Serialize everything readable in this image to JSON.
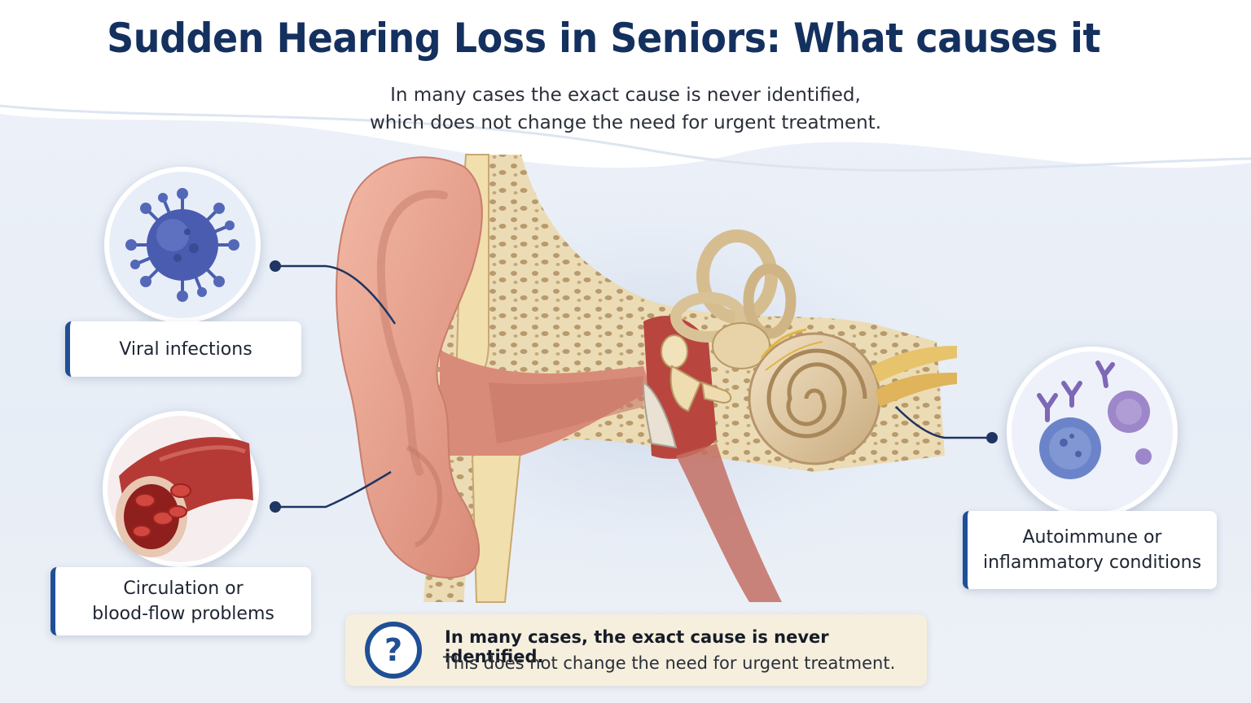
{
  "title": "Sudden Hearing Loss in Seniors: What causes it",
  "subtitle": {
    "line1": "In many cases the exact cause is never identified,",
    "line2": "which does not change the need for urgent treatment."
  },
  "causes": [
    {
      "label_lines": [
        "Viral infections"
      ],
      "icon": "virus-icon"
    },
    {
      "label_lines": [
        "Circulation or",
        "blood-flow problems"
      ],
      "icon": "blood-vessel-icon"
    },
    {
      "label_lines": [
        "Autoimmune or",
        "inflammatory conditions"
      ],
      "icon": "immune-cells-icon"
    }
  ],
  "note": {
    "icon": "question-mark-icon",
    "glyph": "?",
    "line1": "In many cases, the exact cause is never identified.",
    "line2": "This does not change the need for urgent treatment."
  },
  "colors": {
    "title": "#14305e",
    "accent": "#1f4f96",
    "note_background": "#f6efdd"
  }
}
